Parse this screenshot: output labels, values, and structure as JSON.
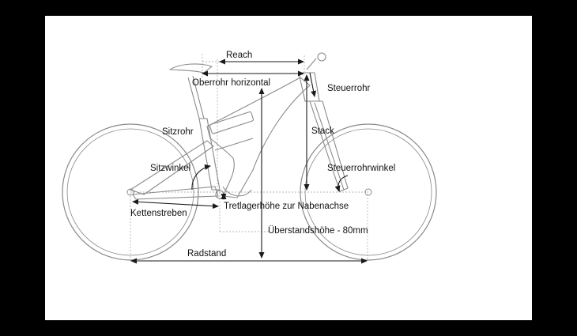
{
  "labels": {
    "reach": "Reach",
    "top_tube_horizontal": "Oberrohr horizontal",
    "head_tube": "Steuerrohr",
    "seat_tube": "Sitzrohr",
    "stack": "Stack",
    "seat_angle": "Sitzwinkel",
    "head_tube_angle": "Steuerrohrwinkel",
    "chainstays": "Kettenstreben",
    "bb_height": "Tretlagerhöhe zur Nabenachse",
    "standover": "Überstandshöhe - 80mm",
    "wheelbase": "Radstand"
  },
  "colors": {
    "frame": "#8a8a8a",
    "dimension": "#1a1a1a",
    "guide": "#b5b5b5",
    "background": "#ffffff",
    "border": "#000000"
  }
}
